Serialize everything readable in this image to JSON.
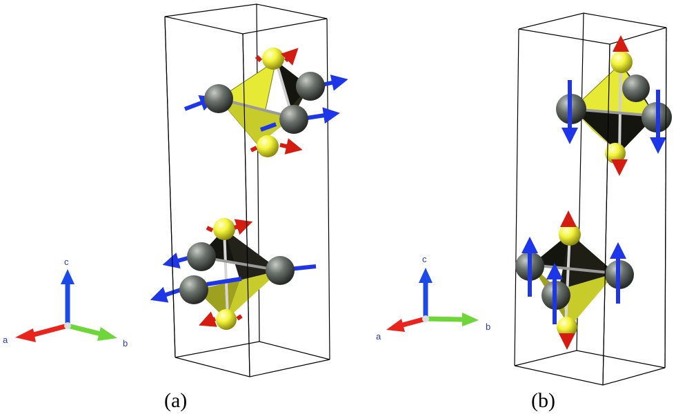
{
  "panels": [
    {
      "caption": "(a)"
    },
    {
      "caption": "(b)"
    }
  ],
  "axes_labels": {
    "a": "a",
    "b": "b",
    "c": "c"
  },
  "colors": {
    "atom_yellow": "#f4f43a",
    "atom_gray": "#5f6660",
    "polyhedron_yellow": "#e6ea34",
    "polyhedron_dark": "#151510",
    "arrow_blue": "#1c36e8",
    "arrow_red": "#d41c10",
    "axis_a": "#e8241c",
    "axis_b": "#6ed638",
    "axis_c": "#1c4ae8",
    "cell_edge": "#000000"
  },
  "icons": [
    "axis-triad-icon",
    "unit-cell-icon",
    "atom-sphere-icon",
    "displacement-arrow-icon"
  ]
}
